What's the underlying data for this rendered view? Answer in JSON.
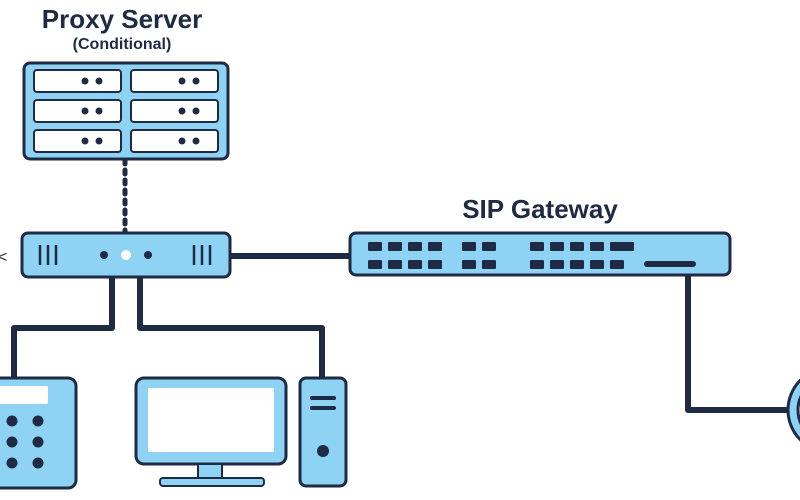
{
  "labels": {
    "proxy_title": "Proxy Server",
    "proxy_subtitle": "(Conditional)",
    "sip_title": "SIP Gateway"
  },
  "colors": {
    "device_fill": "#8fd3f4",
    "outline": "#1f2a44",
    "background": "#ffffff",
    "led_white": "#ffffff"
  },
  "icons": [
    "proxy-server-icon",
    "network-switch-icon",
    "sip-gateway-icon",
    "ip-phone-icon",
    "monitor-icon",
    "desktop-tower-icon",
    "partial-round-device-icon"
  ]
}
